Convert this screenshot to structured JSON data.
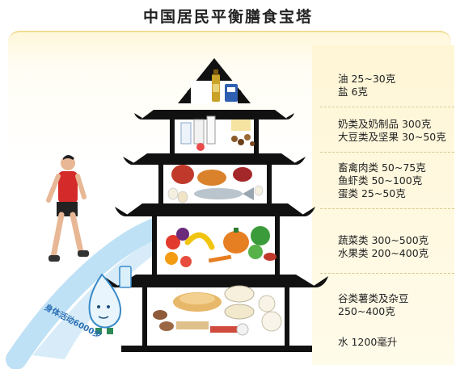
{
  "title": "中国居民平衡膳食宝塔",
  "tiers": [
    {
      "lines": [
        "油 25~30克",
        "盐 6克"
      ]
    },
    {
      "lines": [
        "奶类及奶制品 300克",
        "大豆类及坚果 30~50克"
      ]
    },
    {
      "lines": [
        "畜禽肉类 50~75克",
        "鱼虾类 50~100克",
        "蛋类 25~50克"
      ]
    },
    {
      "lines": [
        "蔬菜类 300~500克",
        "水果类 200~400克"
      ]
    },
    {
      "lines": [
        "谷类薯类及杂豆",
        "250~400克"
      ]
    }
  ],
  "water": "水 1200毫升",
  "exercise": "身体活动6000步",
  "colors": {
    "pagoda": "#111111",
    "frame_accent": "#f2dc92",
    "path_blue": "#bfe1f5",
    "runner_shirt": "#d42a2a"
  },
  "icons": [
    "runner-figure",
    "water-drop-mascot",
    "oil-bottle-icon",
    "salt-icon",
    "milk-icon",
    "meat-icon",
    "fish-icon",
    "egg-icon",
    "vegetables-icon",
    "fruit-icon",
    "grains-icon"
  ]
}
